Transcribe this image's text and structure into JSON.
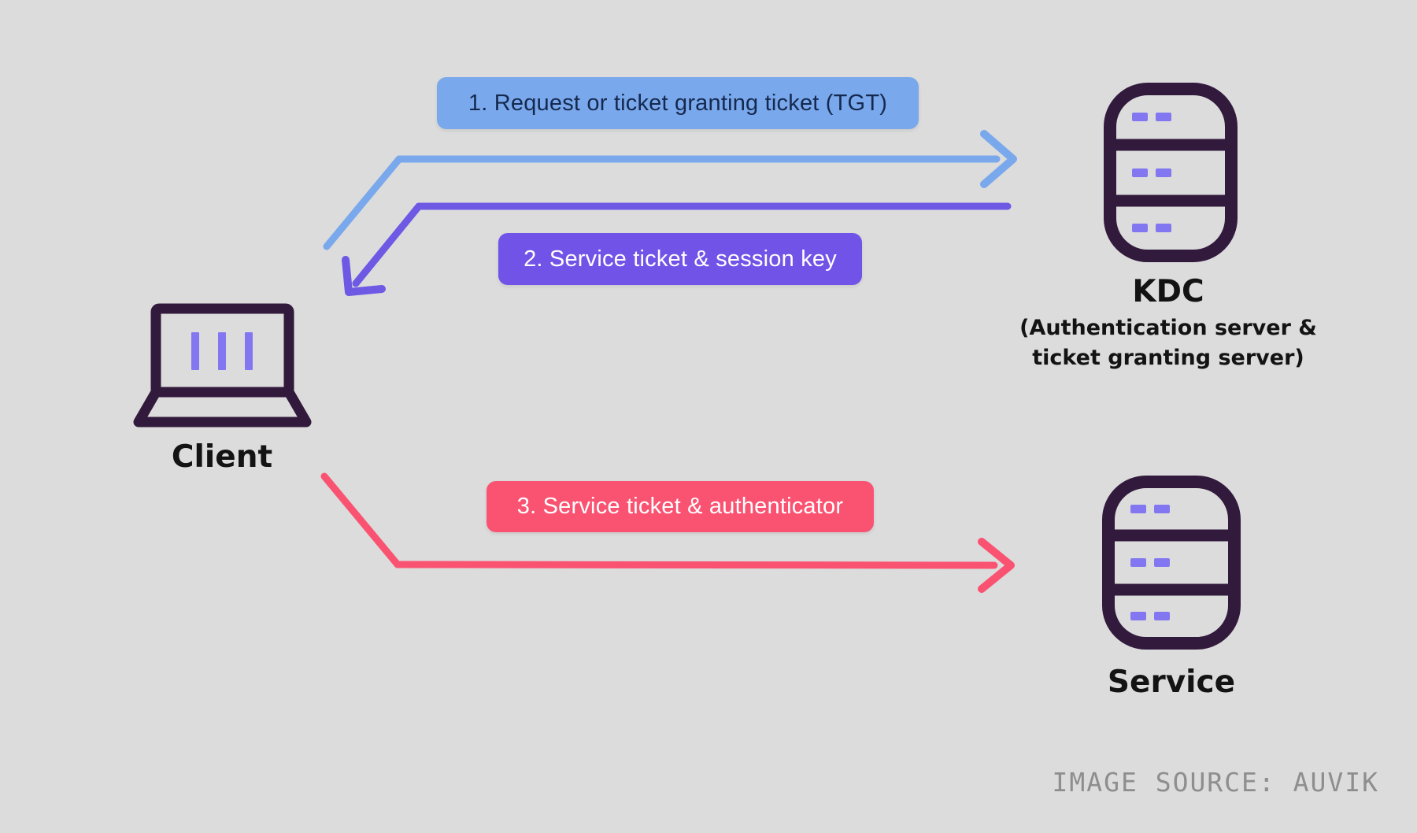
{
  "colors": {
    "background": "#dcdcdc",
    "flow1_blue": "#7aa8ec",
    "flow2_purple": "#7253e8",
    "flow3_red": "#fa5372",
    "icon_outline_plum": "#321a3c",
    "icon_accent_purple": "#8277f0",
    "label_dark_navy": "#15294e",
    "credit_gray": "#8e8e8e"
  },
  "nodes": {
    "client": {
      "label": "Client",
      "icon": "laptop-icon"
    },
    "kdc": {
      "label": "KDC",
      "sublabel_line1": "(Authentication server &",
      "sublabel_line2": "ticket granting server)",
      "icon": "server-icon"
    },
    "service": {
      "label": "Service",
      "icon": "server-icon"
    }
  },
  "flows": [
    {
      "label": "1. Request or ticket granting ticket (TGT)",
      "from": "client",
      "to": "kdc",
      "color": "#7aa8ec"
    },
    {
      "label": "2. Service ticket & session key",
      "from": "kdc",
      "to": "client",
      "color": "#7253e8"
    },
    {
      "label": "3. Service ticket & authenticator",
      "from": "client",
      "to": "service",
      "color": "#fa5372"
    }
  ],
  "credit": "IMAGE SOURCE: AUVIK"
}
